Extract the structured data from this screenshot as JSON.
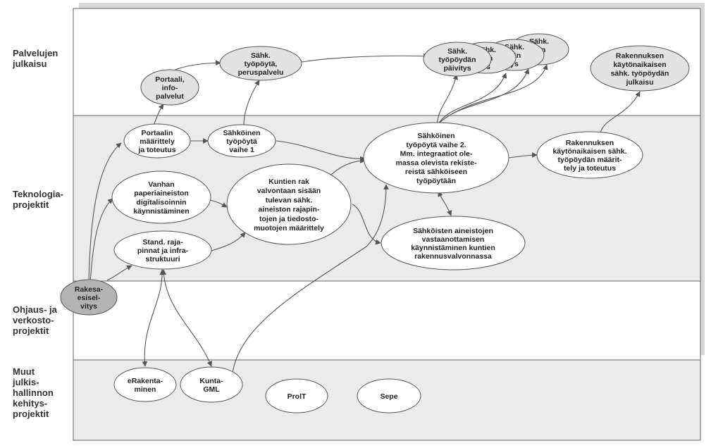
{
  "lanes": [
    {
      "id": "palvelut",
      "label": "Palvelujen\njulkaisu"
    },
    {
      "id": "teknologia",
      "label": "Teknologia-\nprojektit"
    },
    {
      "id": "ohjaus",
      "label": "Ohjaus- ja\nverkosto-\nprojektit"
    },
    {
      "id": "muut",
      "label": "Muut\njulkis-\nhallinnon\nkehitys-\nprojektit"
    }
  ],
  "nodes": {
    "portaali_info": {
      "lines": [
        "Portaali,",
        "info-",
        "palvelut"
      ]
    },
    "sahk_perus": {
      "lines": [
        "Sähk.",
        "työpöytä,",
        "peruspalvelu"
      ]
    },
    "paivitys4": {
      "lines": [
        "Sähk.",
        "dän",
        "ys"
      ]
    },
    "paivitys3": {
      "lines": [
        "Sähk.",
        "dän",
        "ys"
      ]
    },
    "paivitys2": {
      "lines": [
        "Sähk.",
        "dän",
        "ys"
      ]
    },
    "paivitys1": {
      "lines": [
        "Sähk.",
        "työpöydän",
        "päivitys"
      ]
    },
    "rak_julkaisu": {
      "lines": [
        "Rakennuksen",
        "käytönaikaisen",
        "sähk. työpöydän",
        "julkaisu"
      ]
    },
    "portaalin_maarittely": {
      "lines": [
        "Portaalin",
        "määrittely",
        "ja toteutus"
      ]
    },
    "sahk_vaihe1": {
      "lines": [
        "Sähköinen",
        "työpöytä",
        "vaihe 1"
      ]
    },
    "sahk_vaihe2": {
      "lines": [
        "Sähköinen",
        "työpöytä  vaihe 2.",
        "Mm. integraatiot ole-",
        "massa olevista rekiste-",
        "reistä sähköiseen",
        "työpöytään"
      ]
    },
    "rak_maarittely": {
      "lines": [
        "Rakennuksen",
        "käytönaikaisen sähk.",
        "työpöydän  määrit-",
        "tely ja toteutus"
      ]
    },
    "vanhan_paperi": {
      "lines": [
        "Vanhan",
        "paperiaineiston",
        "digitalisoinnin",
        "käynnistäminen"
      ]
    },
    "kuntien_rak": {
      "lines": [
        "Kuntien rak",
        "valvontaan sisään",
        "tulevan sähk.",
        "aineiston rajapin-",
        "tojen ja tiedosto-",
        "muotojen määrittely"
      ]
    },
    "stand_raja": {
      "lines": [
        "Stand. raja-",
        "pinnat ja infra-",
        "struktuuri"
      ]
    },
    "sahk_vastaanotto": {
      "lines": [
        "Sähköisten aineistojen",
        "vastaanottamisen",
        "käynnistäminen kuntien",
        "rakennusvalvonnassa"
      ]
    },
    "rakesa": {
      "lines": [
        "Rakesa-",
        "esisel-",
        "vitys"
      ]
    },
    "erakentaminen": {
      "lines": [
        "eRakenta-",
        "minen"
      ]
    },
    "kuntagml": {
      "lines": [
        "Kunta-",
        "GML"
      ]
    },
    "proit": {
      "lines": [
        "ProIT"
      ]
    },
    "sepe": {
      "lines": [
        "Sepe"
      ]
    }
  },
  "colors": {
    "lane_white": "#ffffff",
    "lane_gray": "#ebebeb",
    "node_white": "#ffffff",
    "node_light": "#e2e2e2",
    "node_dark": "#b4b4b4",
    "line": "#555555"
  }
}
